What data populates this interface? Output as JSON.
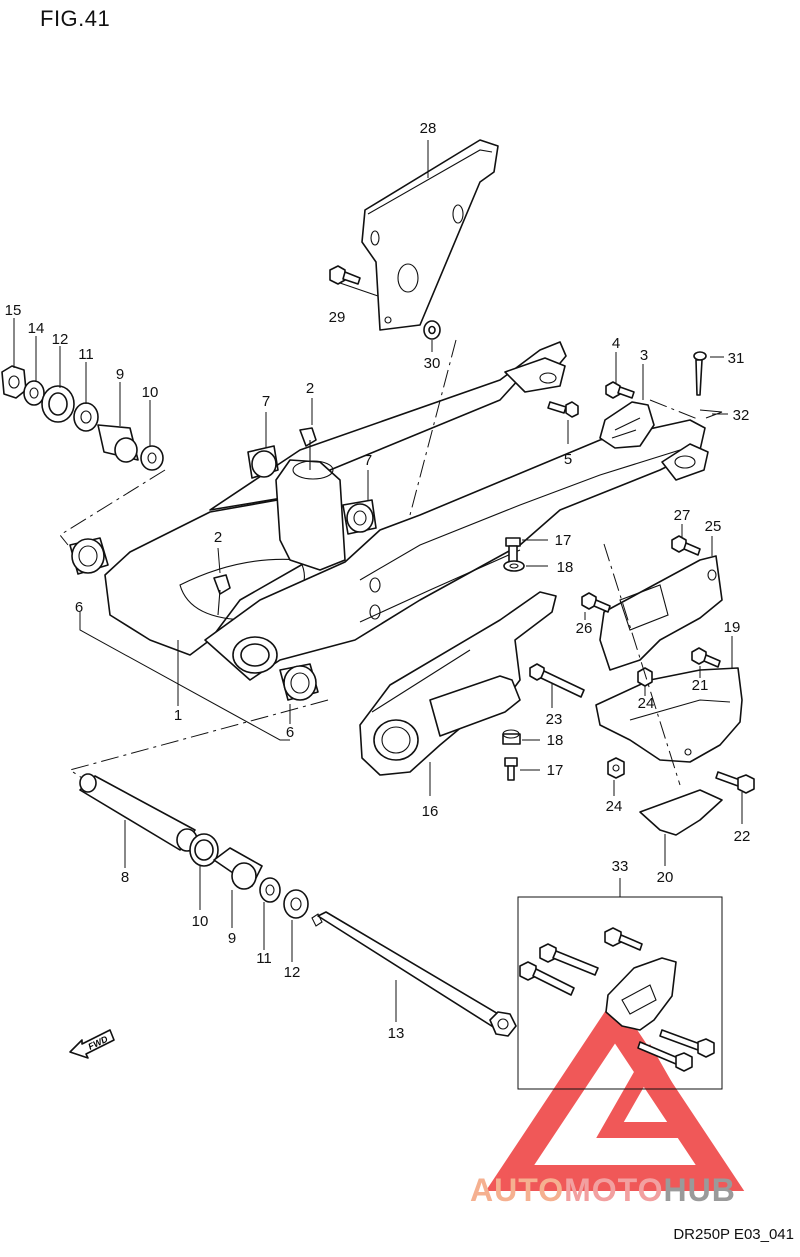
{
  "figure_title": "FIG.41",
  "drawing_code": "DR250P E03_041",
  "watermark": {
    "text_auto": "AUTO",
    "text_moto": "MOTO",
    "text_hub": "HUB",
    "colors": {
      "auto": "#f5b090",
      "moto": "#f2a0a0",
      "hub": "#9a9a9a",
      "logo": "#ee3b3b"
    },
    "icon": "warning-triangle-logo-icon"
  },
  "fwd_label": "FWD",
  "callouts": {
    "p1": "1",
    "p2a": "2",
    "p2b": "2",
    "p3": "3",
    "p4": "4",
    "p5": "5",
    "p6a": "6",
    "p6b": "6",
    "p7a": "7",
    "p7b": "7",
    "p8": "8",
    "p9a": "9",
    "p9b": "9",
    "p10a": "10",
    "p10b": "10",
    "p11a": "11",
    "p11b": "11",
    "p12a": "12",
    "p12b": "12",
    "p13": "13",
    "p14": "14",
    "p15": "15",
    "p16": "16",
    "p17a": "17",
    "p17b": "17",
    "p18a": "18",
    "p18b": "18",
    "p19": "19",
    "p20": "20",
    "p21": "21",
    "p22": "22",
    "p23": "23",
    "p24a": "24",
    "p24b": "24",
    "p25": "25",
    "p26": "26",
    "p27": "27",
    "p28": "28",
    "p29": "29",
    "p30": "30",
    "p31": "31",
    "p32": "32",
    "p33": "33"
  }
}
